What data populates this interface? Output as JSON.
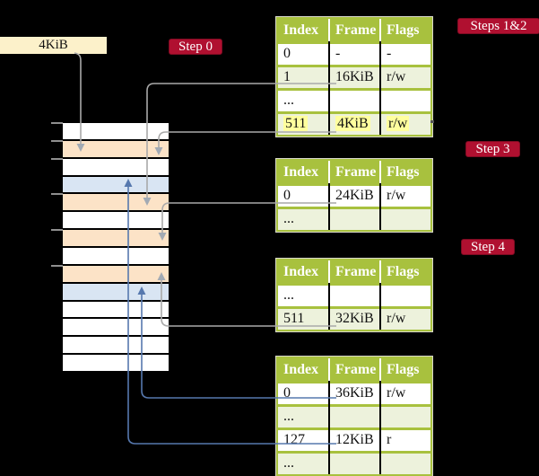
{
  "frame_box": {
    "label": "4KiB"
  },
  "labels": {
    "step0": "Step 0",
    "steps12": "Steps 1&2",
    "step3": "Step 3",
    "step4": "Step 4"
  },
  "tables": [
    {
      "id": "steps12",
      "headers": [
        "Index",
        "Frame",
        "Flags"
      ],
      "rows": [
        {
          "cells": [
            "0",
            "-",
            "-"
          ]
        },
        {
          "cells": [
            "1",
            "16KiB",
            "r/w"
          ]
        },
        {
          "cells": [
            "...",
            "",
            ""
          ]
        },
        {
          "cells": [
            "511",
            "4KiB",
            "r/w"
          ],
          "highlight": true
        }
      ]
    },
    {
      "id": "step3",
      "headers": [
        "Index",
        "Frame",
        "Flags"
      ],
      "rows": [
        {
          "cells": [
            "0",
            "24KiB",
            "r/w"
          ]
        },
        {
          "cells": [
            "...",
            "",
            ""
          ]
        }
      ]
    },
    {
      "id": "step4",
      "headers": [
        "Index",
        "Frame",
        "Flags"
      ],
      "rows": [
        {
          "cells": [
            "...",
            "",
            ""
          ]
        },
        {
          "cells": [
            "511",
            "32KiB",
            "r/w"
          ]
        }
      ]
    },
    {
      "id": "final",
      "headers": [
        "Index",
        "Frame",
        "Flags"
      ],
      "rows": [
        {
          "cells": [
            "0",
            "36KiB",
            "r/w"
          ]
        },
        {
          "cells": [
            "...",
            "",
            ""
          ]
        },
        {
          "cells": [
            "127",
            "12KiB",
            "r"
          ]
        },
        {
          "cells": [
            "...",
            "",
            ""
          ]
        }
      ]
    }
  ],
  "memory_column": {
    "row_colors": [
      "white",
      "peach",
      "white",
      "blue",
      "peach",
      "white",
      "peach",
      "white",
      "peach",
      "blue",
      "white",
      "white",
      "white",
      "white"
    ]
  },
  "colors": {
    "background": "#000000",
    "table_header_olive": "#a8c13e",
    "table_row_shade": "#edf2dc",
    "highlight_yellow": "#ffff9e",
    "label_crimson": "#b01030",
    "frame_box_cream": "#fcf1ca",
    "memory_peach": "#fce3c7",
    "memory_blue": "#d9e5f3",
    "connector_gray": "#a9a9a9",
    "connector_blue": "#5678ae"
  }
}
